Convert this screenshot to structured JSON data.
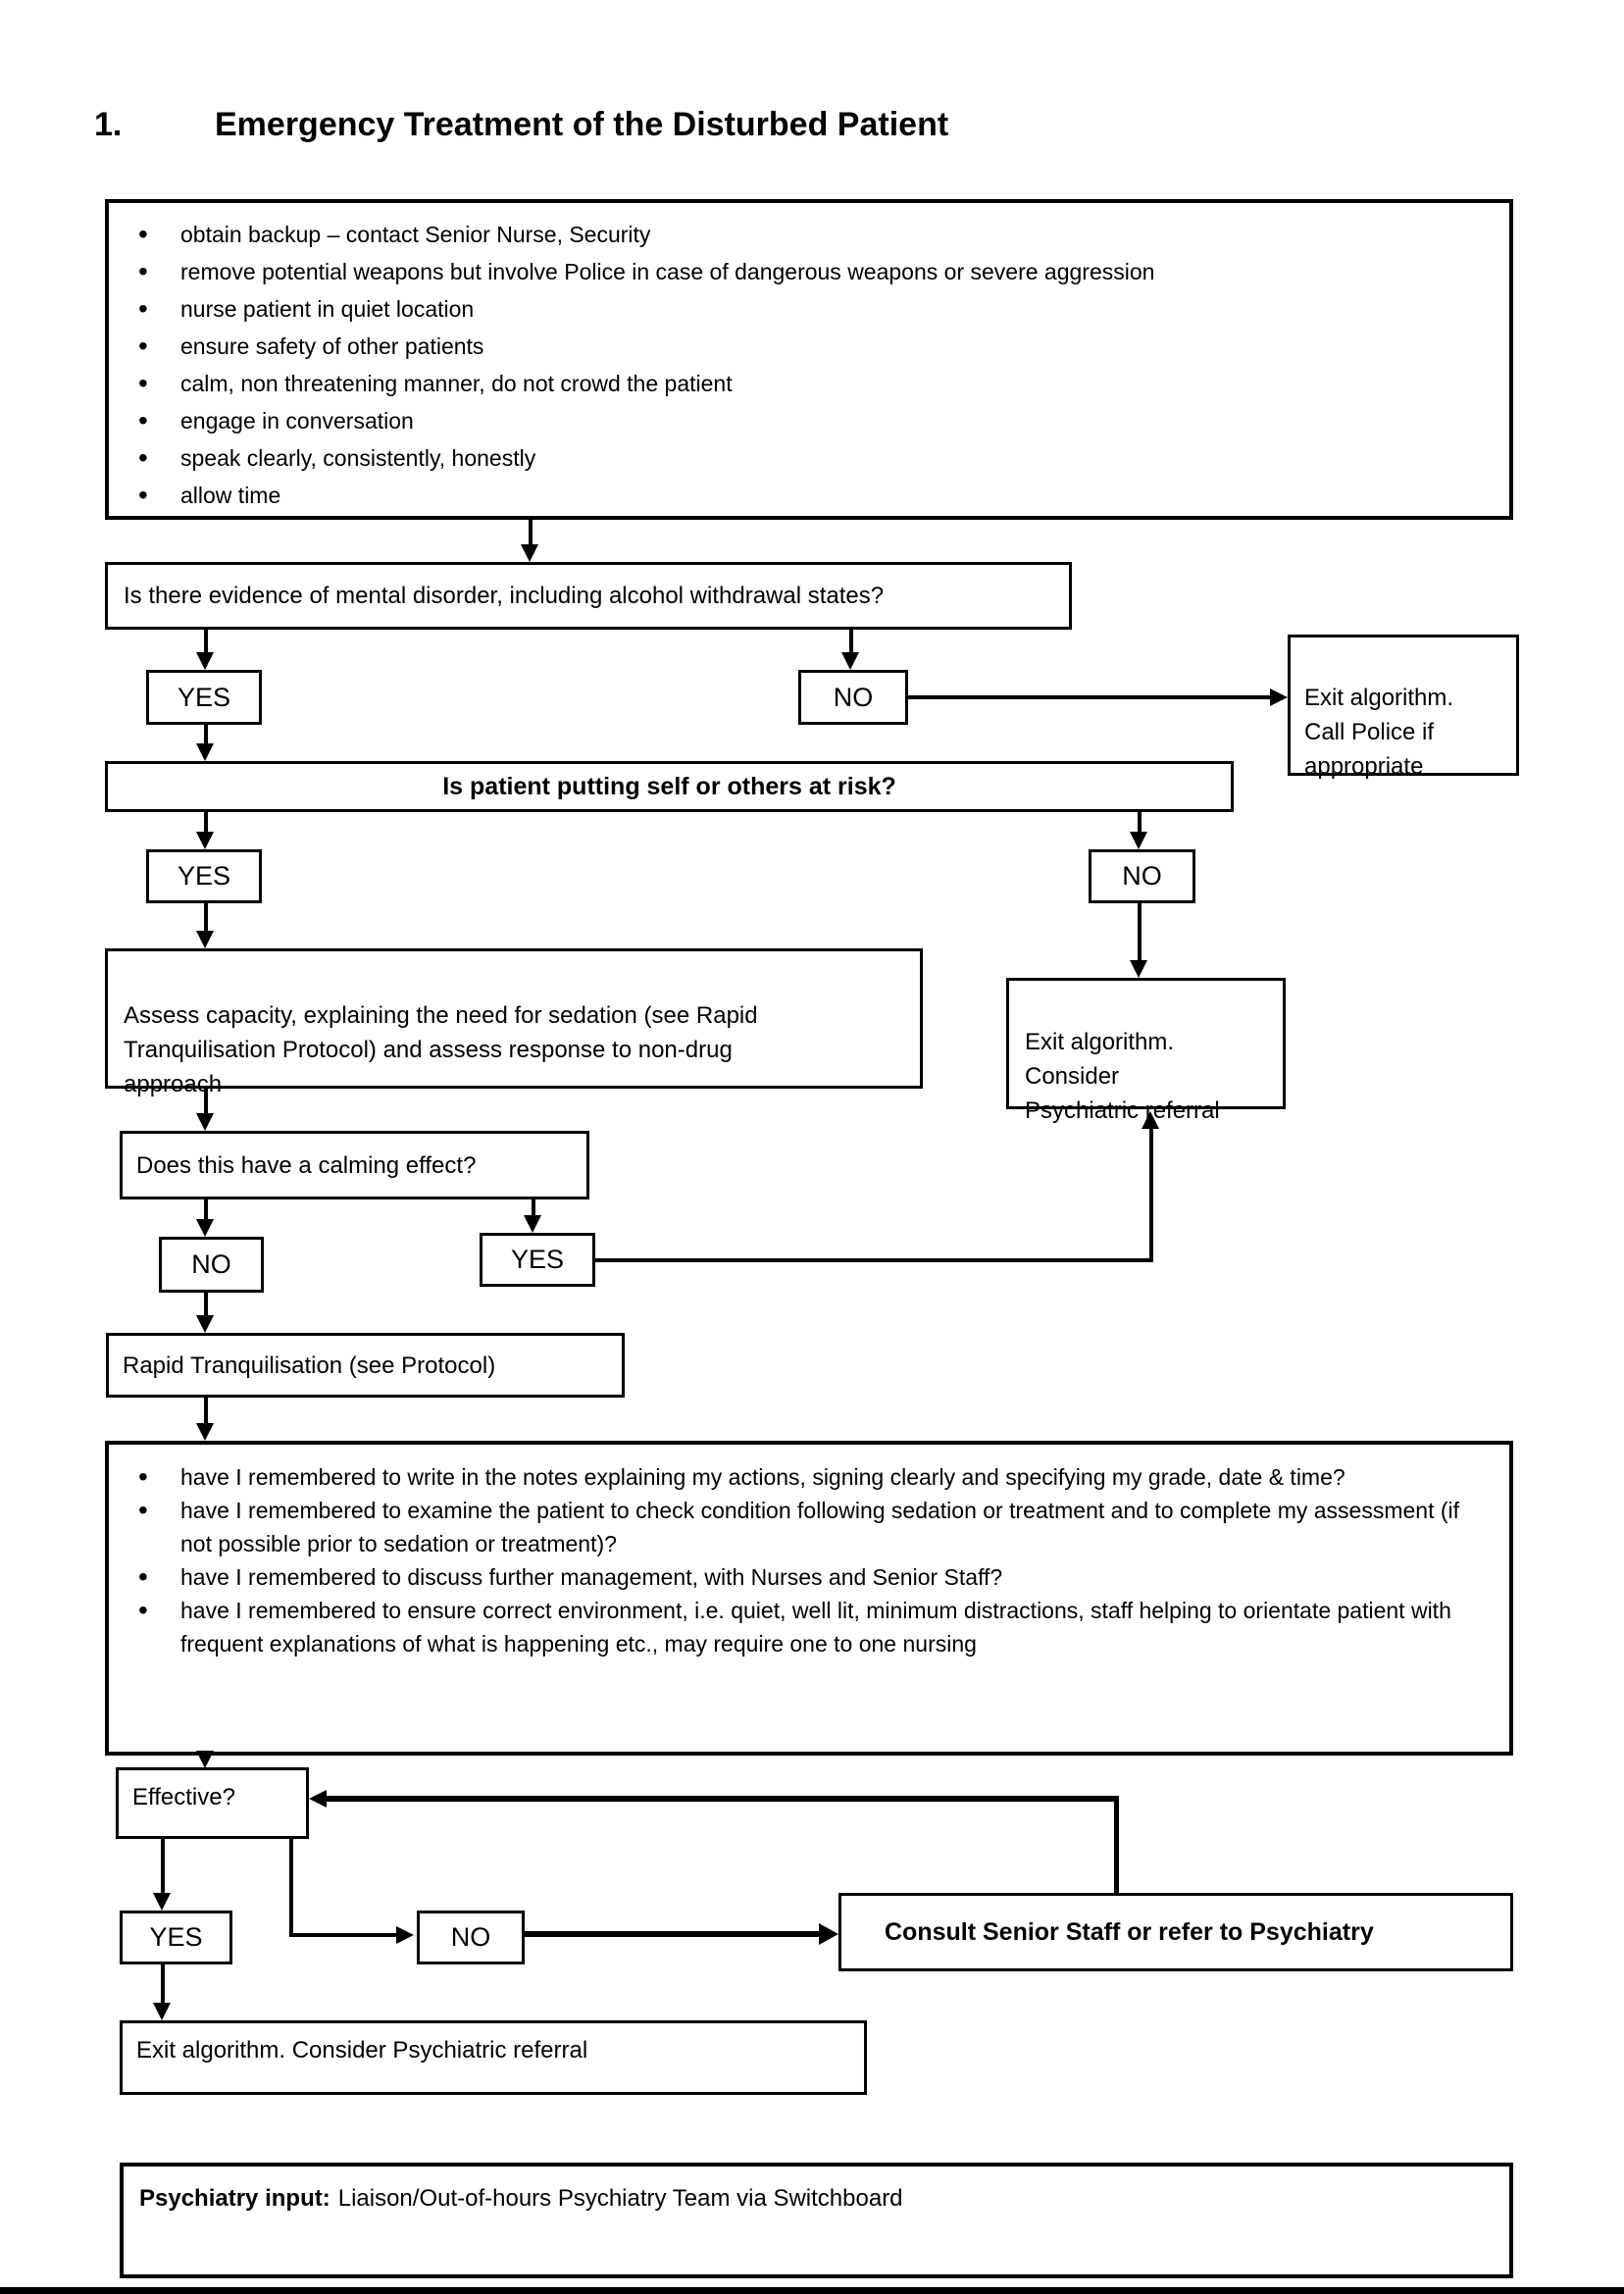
{
  "page": {
    "title_number": "1.",
    "title": "Emergency Treatment of the Disturbed Patient"
  },
  "colors": {
    "ink": "#000000",
    "paper": "#ffffff"
  },
  "initial_actions": {
    "bullets": [
      "obtain backup – contact Senior Nurse, Security",
      "remove potential weapons but involve Police in case of dangerous weapons or severe aggression",
      "nurse patient in quiet location",
      "ensure safety of other patients",
      "calm, non threatening manner, do not crowd the patient",
      "engage in conversation",
      "speak clearly, consistently, honestly",
      "allow time"
    ]
  },
  "flow": {
    "q_mental": {
      "text": "Is there evidence of mental disorder, including alcohol withdrawal states?",
      "yes": "YES",
      "no": "NO"
    },
    "exit_police": {
      "text": "Exit algorithm.\nCall Police if\nappropriate"
    },
    "q_risk": {
      "text": "Is patient putting self or others at risk?",
      "yes": "YES",
      "no": "NO"
    },
    "assess_capacity": {
      "text": "Assess capacity, explaining the need for sedation (see Rapid\nTranquilisation Protocol) and assess response to non-drug\napproach"
    },
    "exit_consider": {
      "text": "Exit algorithm.\nConsider\nPsychiatric referral"
    },
    "q_calming": {
      "text": "Does this have a calming effect?",
      "no": "NO",
      "yes": "YES"
    },
    "rapid_tranquilisation": {
      "text": "Rapid Tranquilisation (see Protocol)"
    },
    "checklist": {
      "bullets": [
        "have I remembered to write in the notes explaining my actions, signing clearly and specifying my grade, date & time?",
        "have I remembered to examine the patient to check condition following sedation or treatment and to complete my assessment (if not possible prior to sedation or treatment)?",
        "have I remembered to discuss further management, with Nurses and Senior Staff?",
        "have I remembered to ensure correct environment, i.e. quiet, well lit, minimum distractions, staff helping to orientate patient with frequent explanations of what is happening etc., may require one to one nursing"
      ]
    },
    "q_effective": {
      "text": "Effective?",
      "yes": "YES",
      "no": "NO"
    },
    "consult_senior": {
      "text": "Consult Senior Staff or refer to Psychiatry"
    },
    "exit_referral": {
      "text": "Exit algorithm. Consider Psychiatric referral"
    },
    "psychiatry_input": {
      "label": "Psychiatry input:",
      "text": "Liaison/Out-of-hours Psychiatry Team via Switchboard"
    }
  }
}
